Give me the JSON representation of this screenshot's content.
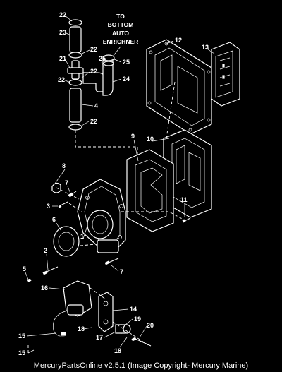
{
  "diagram": {
    "callouts": [
      "22",
      "23",
      "22",
      "21",
      "22",
      "25",
      "22",
      "25",
      "24",
      "4",
      "22",
      "12",
      "13",
      "9",
      "10",
      "8",
      "7",
      "11",
      "3",
      "6",
      "1",
      "2",
      "7",
      "5",
      "16",
      "14",
      "15",
      "19",
      "20",
      "17",
      "18",
      "18",
      "15"
    ],
    "note": [
      "TO",
      "BOTTOM",
      "AUTO",
      "ENRICHNER"
    ]
  },
  "footer": {
    "text": "MercuryPartsOnline v2.5.1 (Image Copyright- Mercury Marine)"
  }
}
